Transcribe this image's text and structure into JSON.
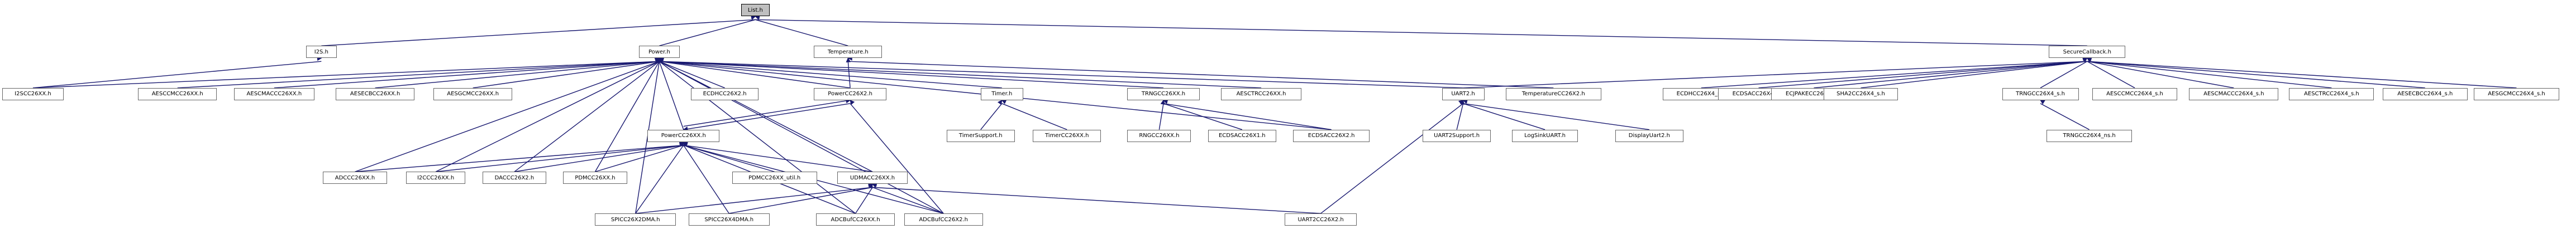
{
  "graph": {
    "nodes": [
      {
        "id": "root",
        "label": "List.h",
        "root": true
      },
      {
        "id": "i2s",
        "label": "I2S.h"
      },
      {
        "id": "power",
        "label": "Power.h"
      },
      {
        "id": "temp",
        "label": "Temperature.h"
      },
      {
        "id": "secure",
        "label": "SecureCallback.h"
      },
      {
        "id": "i2scc",
        "label": "I2SCC26XX.h"
      },
      {
        "id": "aesccm",
        "label": "AESCCMCC26XX.h"
      },
      {
        "id": "aescmac",
        "label": "AESCMACCC26XX.h"
      },
      {
        "id": "aesecb",
        "label": "AESECBCC26XX.h"
      },
      {
        "id": "aesgcm",
        "label": "AESGCMCC26XX.h"
      },
      {
        "id": "ecdhcc",
        "label": "ECDHCC26X2.h"
      },
      {
        "id": "powercc26x2",
        "label": "PowerCC26X2.h"
      },
      {
        "id": "timer",
        "label": "Timer.h"
      },
      {
        "id": "trngcc",
        "label": "TRNGCC26XX.h"
      },
      {
        "id": "aesctr",
        "label": "AESCTRCC26XX.h"
      },
      {
        "id": "uart2",
        "label": "UART2.h"
      },
      {
        "id": "tempcc",
        "label": "TemperatureCC26X2.h"
      },
      {
        "id": "powercc26xx",
        "label": "PowerCC26XX.h"
      },
      {
        "id": "timersupport",
        "label": "TimerSupport.h"
      },
      {
        "id": "timercc",
        "label": "TimerCC26XX.h"
      },
      {
        "id": "rngcc",
        "label": "RNGCC26XX.h"
      },
      {
        "id": "ecdsacc26x1",
        "label": "ECDSACC26X1.h"
      },
      {
        "id": "ecdsacc26x2",
        "label": "ECDSACC26X2.h"
      },
      {
        "id": "uart2support",
        "label": "UART2Support.h"
      },
      {
        "id": "logsink",
        "label": "LogSinkUART.h"
      },
      {
        "id": "displayuart2",
        "label": "DisplayUart2.h"
      },
      {
        "id": "adccc",
        "label": "ADCCC26XX.h"
      },
      {
        "id": "i2ccc",
        "label": "I2CCC26XX.h"
      },
      {
        "id": "daccc",
        "label": "DACCC26X2.h"
      },
      {
        "id": "pdmcc",
        "label": "PDMCC26XX.h"
      },
      {
        "id": "pdmutil",
        "label": "PDMCC26XX_util.h"
      },
      {
        "id": "udmacc",
        "label": "UDMACC26XX.h"
      },
      {
        "id": "spi2dma",
        "label": "SPICC26X2DMA.h"
      },
      {
        "id": "spi4dma",
        "label": "SPICC26X4DMA.h"
      },
      {
        "id": "adcbuf26xx",
        "label": "ADCBufCC26XX.h"
      },
      {
        "id": "adcbuf26x2",
        "label": "ADCBufCC26X2.h"
      },
      {
        "id": "uart2cc",
        "label": "UART2CC26X2.h"
      },
      {
        "id": "ecdh_s",
        "label": "ECDHCC26X4_s.h"
      },
      {
        "id": "ecdsa_s",
        "label": "ECDSACC26X4_s.h"
      },
      {
        "id": "ecjpake_s",
        "label": "ECJPAKECC26X4_s.h"
      },
      {
        "id": "sha2_s",
        "label": "SHA2CC26X4_s.h"
      },
      {
        "id": "trng_s",
        "label": "TRNGCC26X4_s.h"
      },
      {
        "id": "aesccm_s",
        "label": "AESCCMCC26X4_s.h"
      },
      {
        "id": "aescmac_s",
        "label": "AESCMACCC26X4_s.h"
      },
      {
        "id": "aesctr_s",
        "label": "AESCTRCC26X4_s.h"
      },
      {
        "id": "aesecb_s",
        "label": "AESECBCC26X4_s.h"
      },
      {
        "id": "aesgcm_s",
        "label": "AESGCMCC26X4_s.h"
      },
      {
        "id": "trng_ns",
        "label": "TRNGCC26X4_ns.h"
      }
    ],
    "edges": [
      [
        "root",
        "i2s"
      ],
      [
        "root",
        "power"
      ],
      [
        "root",
        "temp"
      ],
      [
        "root",
        "secure"
      ],
      [
        "i2s",
        "i2scc"
      ],
      [
        "power",
        "i2scc"
      ],
      [
        "power",
        "aesccm"
      ],
      [
        "power",
        "aescmac"
      ],
      [
        "power",
        "aesecb"
      ],
      [
        "power",
        "aesgcm"
      ],
      [
        "power",
        "ecdhcc"
      ],
      [
        "power",
        "powercc26x2"
      ],
      [
        "power",
        "timer"
      ],
      [
        "power",
        "trngcc"
      ],
      [
        "power",
        "aesctr"
      ],
      [
        "power",
        "uart2"
      ],
      [
        "power",
        "powercc26xx"
      ],
      [
        "power",
        "adccc"
      ],
      [
        "power",
        "i2ccc"
      ],
      [
        "power",
        "daccc"
      ],
      [
        "power",
        "pdmcc"
      ],
      [
        "power",
        "udmacc"
      ],
      [
        "power",
        "spi2dma"
      ],
      [
        "power",
        "adcbuf26xx"
      ],
      [
        "power",
        "adcbuf26x2"
      ],
      [
        "power",
        "ecdsacc26x2"
      ],
      [
        "temp",
        "powercc26x2"
      ],
      [
        "temp",
        "tempcc"
      ],
      [
        "powercc26x2",
        "powercc26xx"
      ],
      [
        "powercc26x2",
        "adcbuf26x2"
      ],
      [
        "powercc26xx",
        "adccc"
      ],
      [
        "powercc26xx",
        "i2ccc"
      ],
      [
        "powercc26xx",
        "daccc"
      ],
      [
        "powercc26xx",
        "pdmcc"
      ],
      [
        "powercc26xx",
        "pdmutil"
      ],
      [
        "powercc26xx",
        "udmacc"
      ],
      [
        "powercc26xx",
        "spi2dma"
      ],
      [
        "powercc26xx",
        "spi4dma"
      ],
      [
        "powercc26xx",
        "adcbuf26xx"
      ],
      [
        "powercc26xx",
        "adcbuf26x2"
      ],
      [
        "powercc26xx",
        "powercc26x2"
      ],
      [
        "timer",
        "timersupport"
      ],
      [
        "timer",
        "timercc"
      ],
      [
        "trngcc",
        "rngcc"
      ],
      [
        "trngcc",
        "ecdsacc26x1"
      ],
      [
        "trngcc",
        "ecdsacc26x2"
      ],
      [
        "uart2",
        "uart2support"
      ],
      [
        "uart2",
        "logsink"
      ],
      [
        "uart2",
        "displayuart2"
      ],
      [
        "uart2",
        "uart2cc"
      ],
      [
        "udmacc",
        "spi2dma"
      ],
      [
        "udmacc",
        "spi4dma"
      ],
      [
        "udmacc",
        "adcbuf26xx"
      ],
      [
        "udmacc",
        "adcbuf26x2"
      ],
      [
        "udmacc",
        "uart2cc"
      ],
      [
        "secure",
        "uart2"
      ],
      [
        "secure",
        "ecdh_s"
      ],
      [
        "secure",
        "ecdsa_s"
      ],
      [
        "secure",
        "ecjpake_s"
      ],
      [
        "secure",
        "sha2_s"
      ],
      [
        "secure",
        "trng_s"
      ],
      [
        "secure",
        "aesccm_s"
      ],
      [
        "secure",
        "aescmac_s"
      ],
      [
        "secure",
        "aesctr_s"
      ],
      [
        "secure",
        "aesecb_s"
      ],
      [
        "secure",
        "aesgcm_s"
      ],
      [
        "trng_s",
        "trng_ns"
      ]
    ]
  }
}
